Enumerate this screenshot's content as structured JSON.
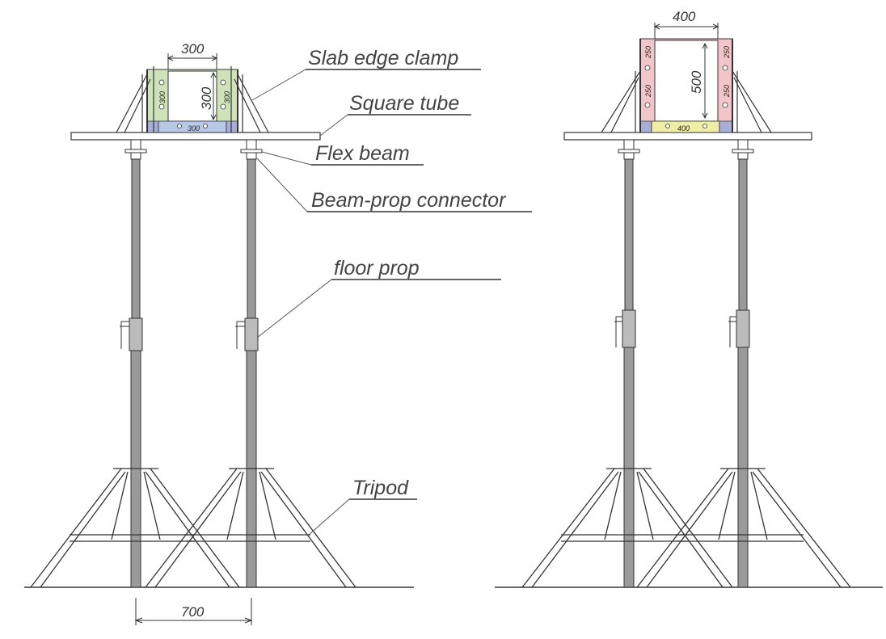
{
  "labels": {
    "slab_edge_clamp": "Slab edge clamp",
    "square_tube": "Square tube",
    "flex_beam": "Flex beam",
    "beam_prop_connector": "Beam-prop connector",
    "floor_prop": "floor prop",
    "tripod": "Tripod"
  },
  "left_assembly": {
    "column_width": "300",
    "column_depth": "300",
    "clamp_side_left": "300",
    "clamp_side_right": "300",
    "clamp_bottom": "300",
    "prop_spacing": "700"
  },
  "right_assembly": {
    "column_width": "400",
    "column_depth": "500",
    "clamp_side_1": "250",
    "clamp_side_2": "250",
    "clamp_side_3": "250",
    "clamp_side_4": "250",
    "clamp_bottom": "400"
  },
  "colors": {
    "left_formwork": "#cfe3b8",
    "right_formwork": "#f2c6c9",
    "formwork_bottom_left": "#c7d9a8",
    "formwork_bottom_right": "#f0eea6",
    "corner_fill": "#a9aed6",
    "steel": "#9a9a9a",
    "line": "#333333"
  }
}
